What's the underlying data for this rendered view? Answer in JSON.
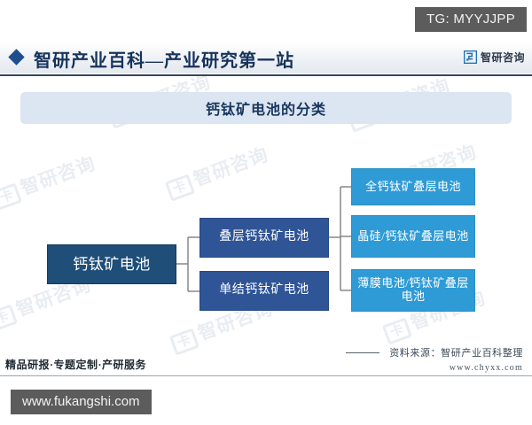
{
  "badges": {
    "telegram": "TG: MYYJJPP",
    "site": "www.fukangshi.com"
  },
  "header": {
    "title": "智研产业百科—产业研究第一站",
    "brand_name": "智研咨询",
    "diamond_icon": "diamond-icon",
    "brand_logo_icon": "zhiyan-logo-icon"
  },
  "chart": {
    "title": "钙钛矿电池的分类"
  },
  "chart_data": {
    "type": "diagram",
    "title": "钙钛矿电池的分类",
    "orientation": "left-to-right-tree",
    "root": {
      "label": "钙钛矿电池",
      "color": "#1F4E79"
    },
    "level2": [
      {
        "label": "叠层钙钛矿电池",
        "color": "#2F5597"
      },
      {
        "label": "单结钙钛矿电池",
        "color": "#2F5597"
      }
    ],
    "level3": [
      {
        "label": "全钙钛矿叠层电池",
        "color": "#2E9BD6",
        "parent": "叠层钙钛矿电池"
      },
      {
        "label": "晶硅/钙钛矿叠层电池",
        "color": "#2E9BD6",
        "parent": "叠层钙钛矿电池"
      },
      {
        "label": "薄膜电池/钙钛矿叠层电池",
        "color": "#2E9BD6",
        "parent": "叠层钙钛矿电池"
      }
    ],
    "connector_color": "#808080"
  },
  "footer": {
    "source": "资料来源：智研产业百科整理",
    "url": "www.chyxx.com",
    "slogan": "精品研报·专题定制·产研服务"
  },
  "watermarks": {
    "text": "智研咨询",
    "mark": "卍"
  },
  "colors": {
    "root_box": "#1F4E79",
    "mid_box": "#2F5597",
    "leaf_box": "#2E9BD6",
    "title_bar": "#DCE5F2",
    "header_text": "#16335C",
    "badge_bg": "#5C5C5C"
  }
}
